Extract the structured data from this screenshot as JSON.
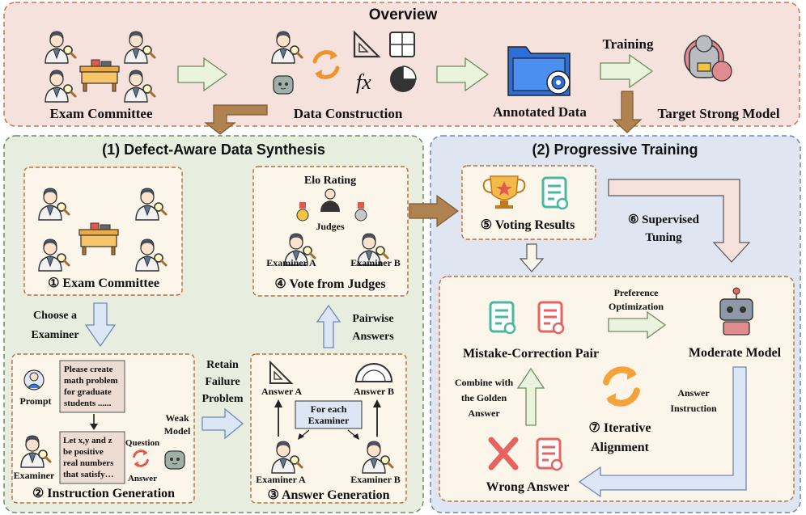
{
  "overview": {
    "title": "Overview",
    "exam_committee": "Exam Committee",
    "data_construction": "Data Construction",
    "annotated_data": "Annotated Data",
    "training": "Training",
    "target_model": "Target Strong Model"
  },
  "section1": {
    "title": "(1) Defect-Aware Data Synthesis",
    "step1": "① Exam Committee",
    "choose_examiner": [
      "Choose a",
      "Examiner"
    ],
    "step2": "② Instruction Generation",
    "prompt_text": [
      "Please create",
      "math problem",
      "for graduate",
      "students ......"
    ],
    "prompt_label": "Prompt",
    "examiner_label": "Examiner",
    "question_text": [
      "Let x,y and z",
      "be positive",
      "real numbers",
      "that satisfy…"
    ],
    "question_label": "Question",
    "answer_label": "Answer",
    "weak_model": [
      "Weak",
      "Model"
    ],
    "retain_failure": [
      "Retain",
      "Failure",
      "Problem"
    ],
    "step3": "③ Answer Generation",
    "answer_a": "Answer A",
    "answer_b": "Answer B",
    "for_each": [
      "For each",
      "Examiner"
    ],
    "examiner_a": "Examiner A",
    "examiner_b": "Examiner B",
    "pairwise": [
      "Pairwise",
      "Answers"
    ],
    "step4": "④ Vote from Judges",
    "elo_rating": "Elo Rating",
    "judges": "Judges"
  },
  "section2": {
    "title": "(2) Progressive Training",
    "step5": "⑤ Voting Results",
    "step6": [
      "⑥ Supervised",
      "Tuning"
    ],
    "preference": [
      "Preference",
      "Optimization"
    ],
    "mistake_pair": "Mistake-Correction Pair",
    "moderate_model": "Moderate Model",
    "answer_instruction": [
      "Answer",
      "Instruction"
    ],
    "combine_golden": [
      "Combine with",
      "the Golden",
      "Answer"
    ],
    "step7": [
      "⑦ Iterative",
      "Alignment"
    ],
    "wrong_answer": "Wrong Answer"
  },
  "colors": {
    "overview_bg": "#f6e2dc",
    "overview_border": "#c8754a",
    "section1_bg": "#e7eedf",
    "section1_border": "#6f8a61",
    "section2_bg": "#dfe5f1",
    "section2_border": "#6f87b6",
    "inner_bg": "#fcf6ea",
    "inner_border": "#c36b35",
    "green_arrow": "#e9f3de",
    "blue_arrow": "#dde6f4",
    "brown_arrow": "#b08250",
    "teal_icon": "#4cb7a1",
    "red_icon": "#e6635f",
    "orange": "#f5a23a"
  },
  "icons": [
    "doctor-icon",
    "desk-icon",
    "cycle-icon",
    "robot-icon",
    "folder-icon",
    "gear-icon",
    "trophy-icon",
    "document-icon",
    "cross-icon",
    "ruler-icon",
    "protractor-icon",
    "calculator-icon",
    "pie-chart-icon",
    "medal-icon"
  ]
}
